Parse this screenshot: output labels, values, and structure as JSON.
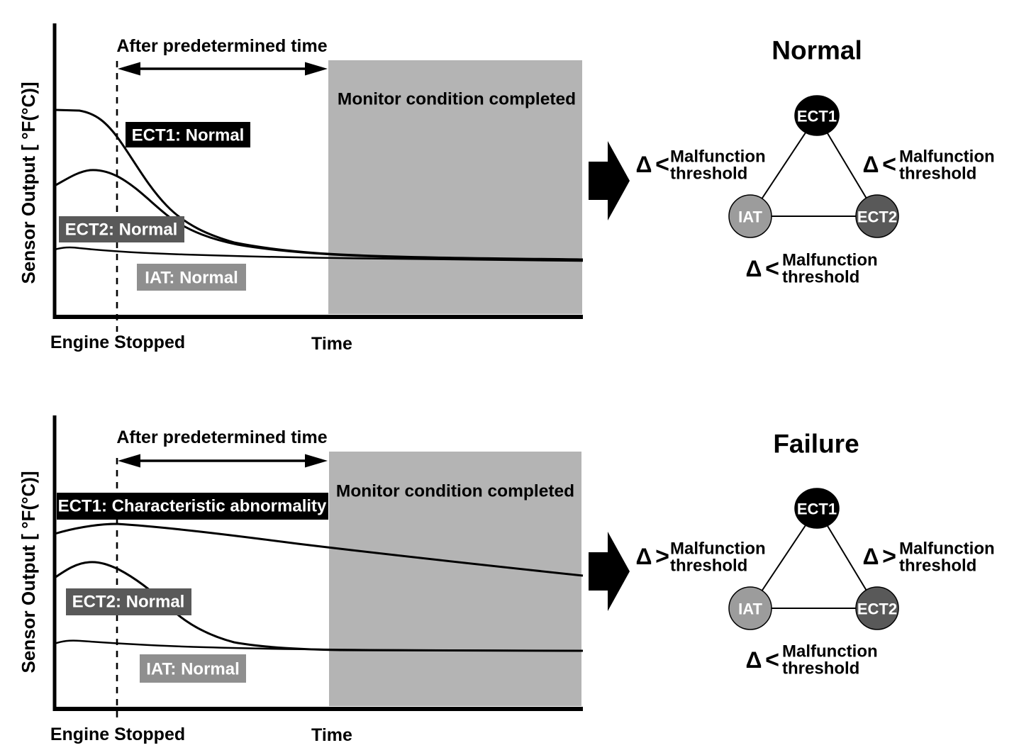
{
  "shared": {
    "y_axis_label": "Sensor Output [ °F(°C)]",
    "time_label": "Time",
    "engine_stopped_label": "Engine Stopped",
    "after_predetermined_time": "After predetermined time",
    "monitor_condition_completed": "Monitor condition completed",
    "malfunction": "Malfunction",
    "threshold": "threshold",
    "delta": "Δ"
  },
  "nodes": {
    "ect1": "ECT1",
    "iat": "IAT",
    "ect2": "ECT2"
  },
  "panels": [
    {
      "title": "Normal",
      "ect1_label": "ECT1: Normal",
      "ect2_label": "ECT2: Normal",
      "iat_label": "IAT: Normal",
      "threshold_left_operator": "<",
      "threshold_right_operator": "<",
      "threshold_bottom_operator": "<"
    },
    {
      "title": "Failure",
      "ect1_label": "ECT1: Characteristic abnormality",
      "ect2_label": "ECT2: Normal",
      "iat_label": "IAT: Normal",
      "threshold_left_operator": ">",
      "threshold_right_operator": ">",
      "threshold_bottom_operator": "<"
    }
  ],
  "colors": {
    "monitor_region_gray": "#b4b4b4",
    "ect1_box_black": "#000000",
    "ect2_box_gray": "#595959",
    "iat_box_gray": "#8f8f8f",
    "ect1_node_black": "#000000",
    "ect2_node_gray": "#595959",
    "iat_node_gray": "#9c9c9c",
    "line_black": "#000000",
    "label_text_white": "#ffffff"
  }
}
